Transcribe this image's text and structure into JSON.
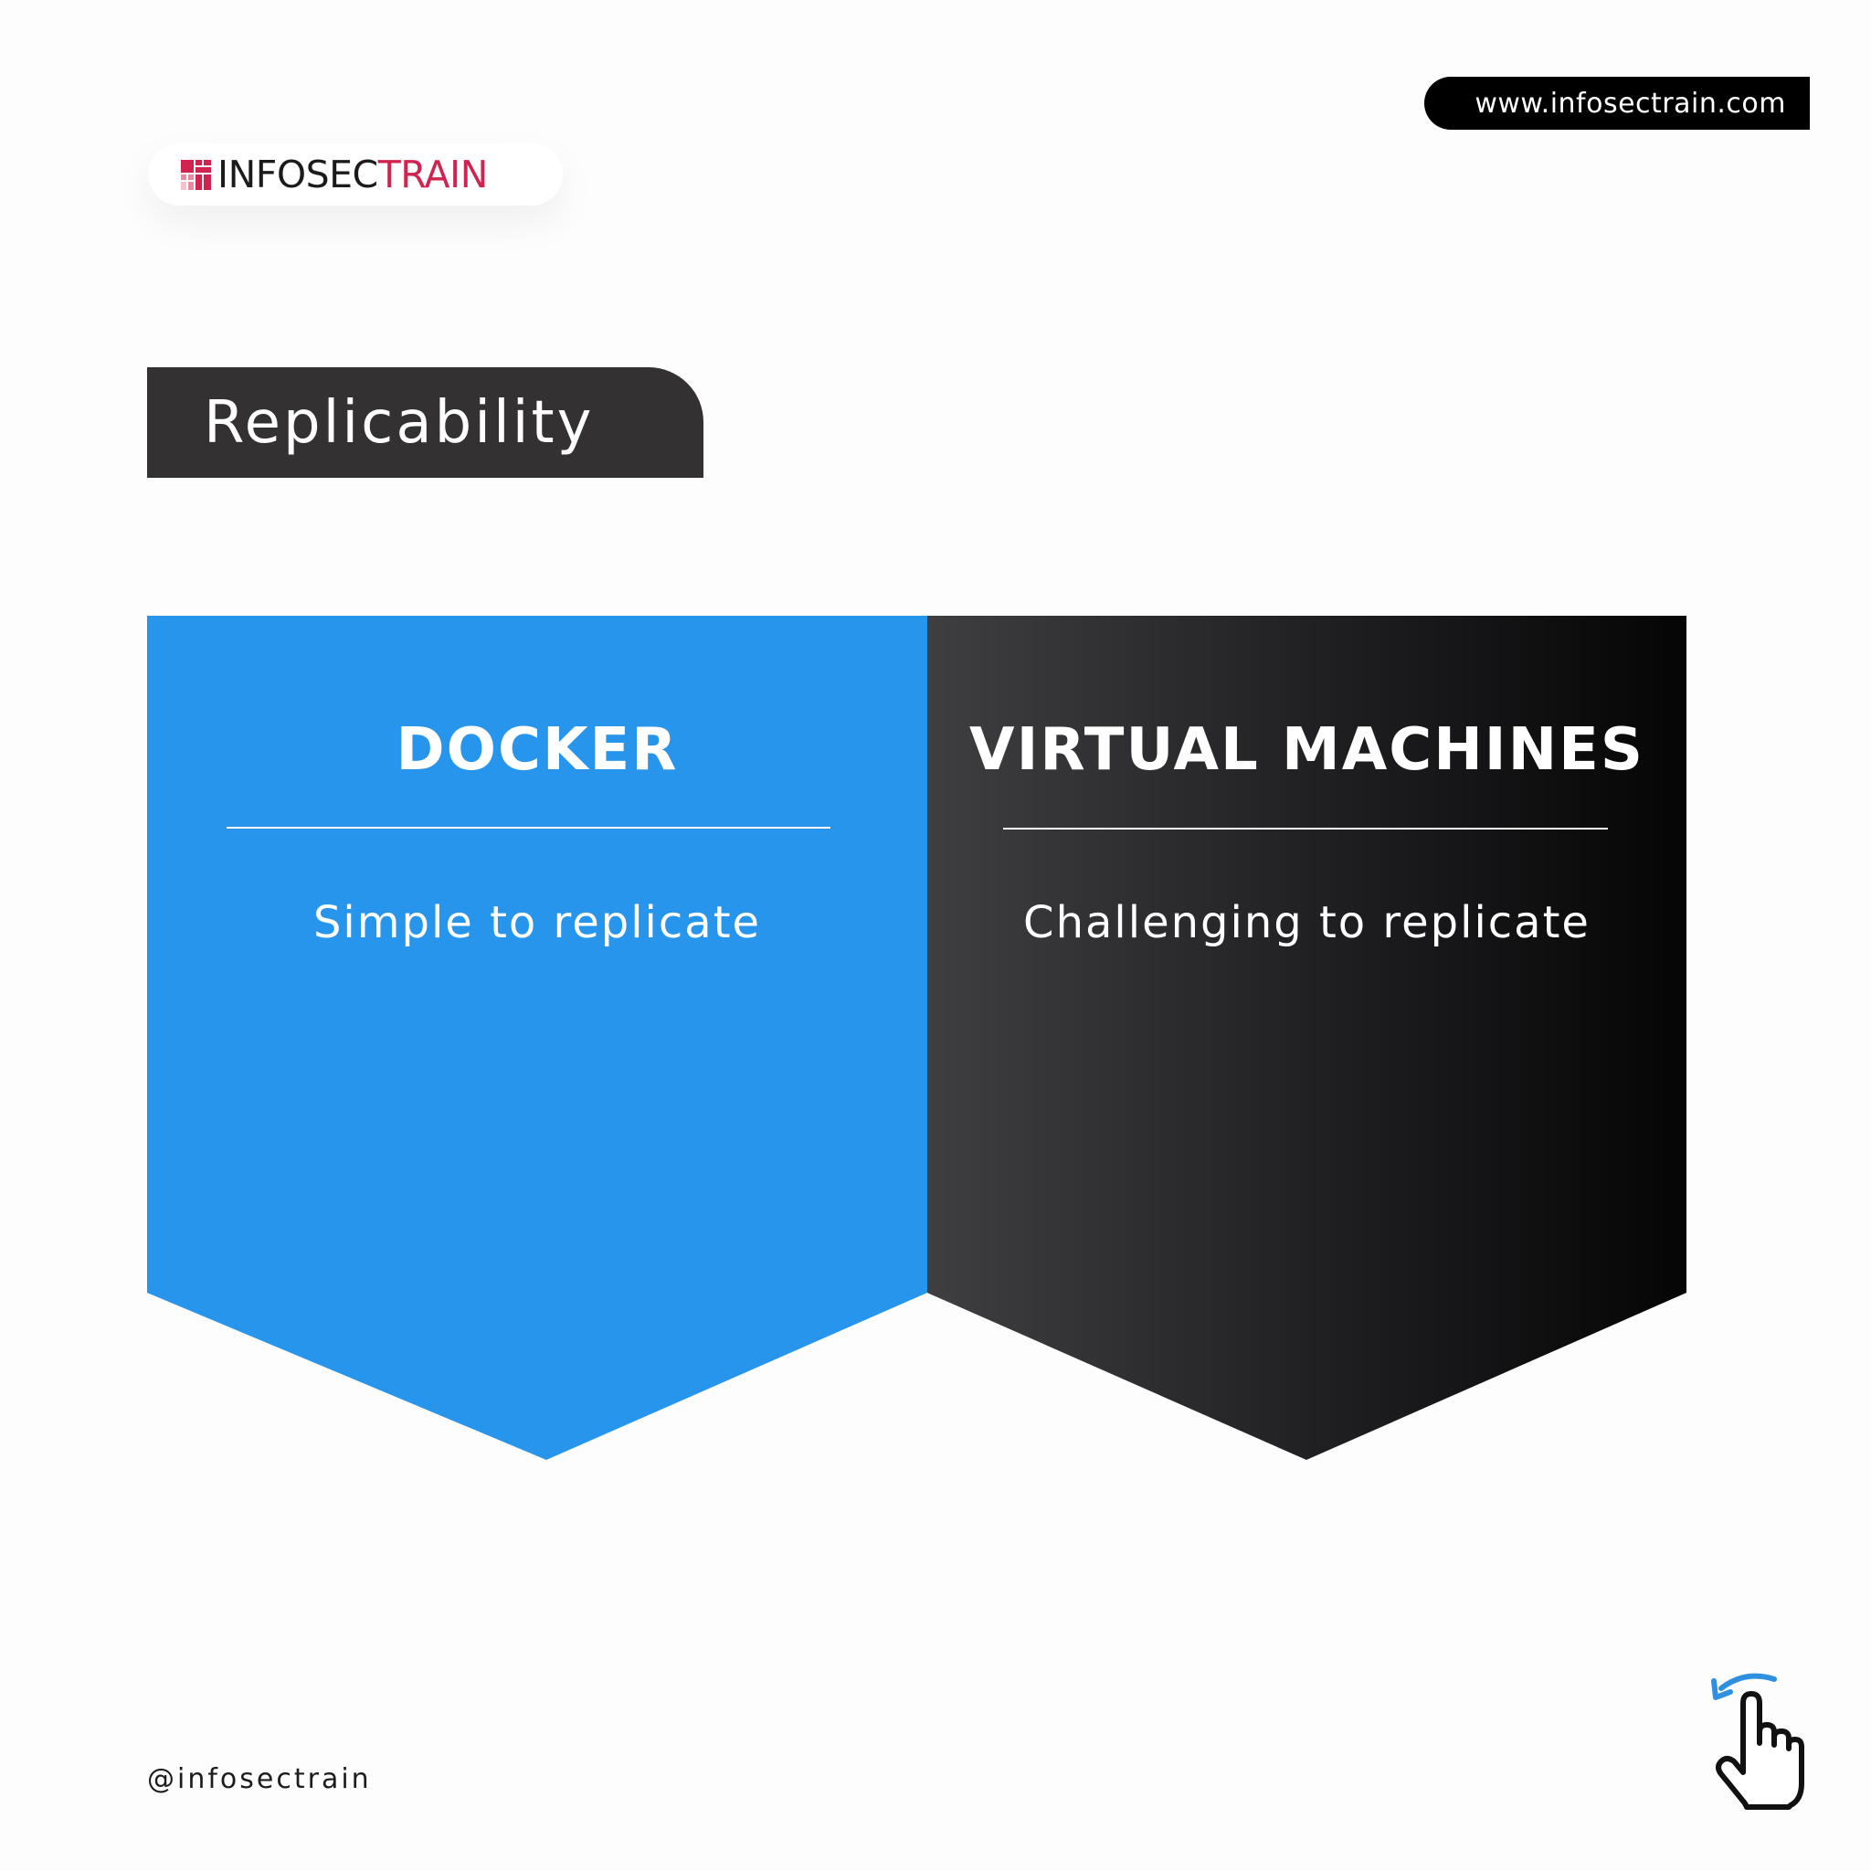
{
  "header": {
    "url": "www.infosectrain.com"
  },
  "brand": {
    "logo_text_a": "INFOSEC",
    "logo_text_b": "TRAIN",
    "logo_color": "#d0234f"
  },
  "section": {
    "title": "Replicability"
  },
  "comparison": {
    "left": {
      "title": "DOCKER",
      "description": "Simple to replicate",
      "color": "#2695eb"
    },
    "right": {
      "title": "VIRTUAL MACHINES",
      "description": "Challenging to replicate",
      "color": "#1a1a1a"
    }
  },
  "footer": {
    "handle": "@infosectrain",
    "swipe_icon": "swipe-left-hand-icon"
  }
}
